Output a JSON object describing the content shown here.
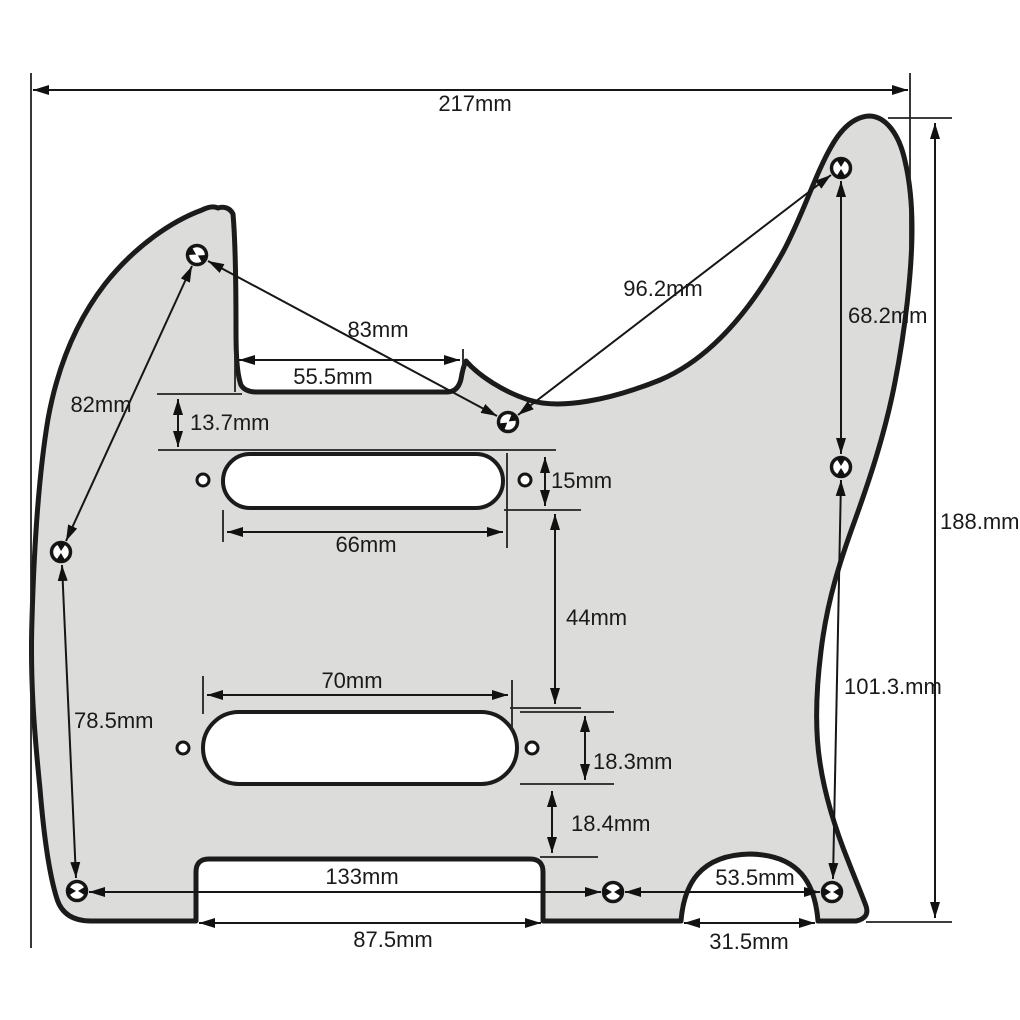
{
  "drawing": {
    "subject": "guitar-pickguard-dimension-drawing",
    "units": "mm",
    "screw_holes": 8,
    "pickup_mount_holes": 4,
    "pickup_cutouts": 2,
    "colors": {
      "outline": "#1b1b1b",
      "pickguard_fill": "#dcdcda",
      "background": "#ffffff",
      "text": "#1a1a1a"
    }
  },
  "dims": {
    "overall_width": "217mm",
    "overall_height": "188.mm",
    "upper_diag_right": "96.2mm",
    "upper_right_drop": "68.2mm",
    "upper_diag_left": "83mm",
    "neck_notch_width": "55.5mm",
    "upper_left_diag": "82mm",
    "notch_to_neck_pickup": "13.7mm",
    "neck_pickup_height": "15mm",
    "neck_pickup_width": "66mm",
    "pickup_spacing": "44mm",
    "bridge_pickup_width": "70mm",
    "lower_left_span": "78.5mm",
    "bridge_pickup_height": "18.3mm",
    "bridge_to_notch": "18.4mm",
    "bottom_span_left": "133mm",
    "bottom_span_right": "53.5mm",
    "control_notch_width": "87.5mm",
    "jack_arch_width": "31.5mm",
    "lower_right_drop": "101.3.mm"
  }
}
